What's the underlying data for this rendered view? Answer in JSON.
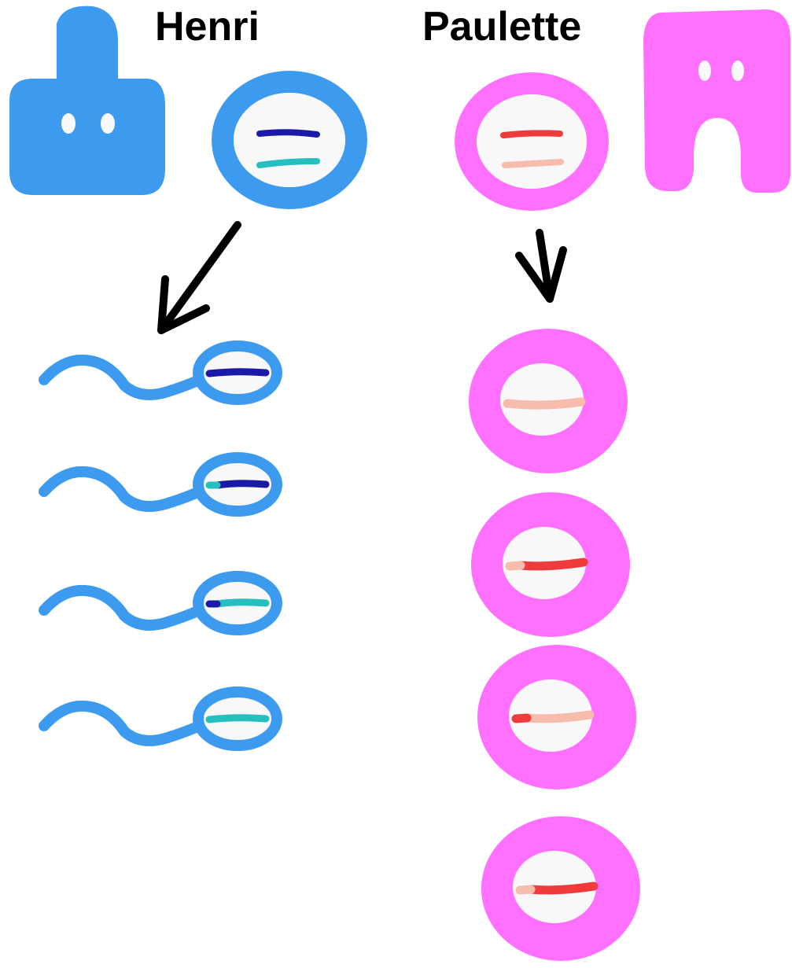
{
  "father": {
    "name": "Henri",
    "body_color": "#3d9bef",
    "chromosome_colors": [
      "#1a1aa8",
      "#26bfbf"
    ]
  },
  "mother": {
    "name": "Paulette",
    "body_color": "#ff70ff",
    "chromosome_colors": [
      "#ef3b3b",
      "#f7bcab"
    ]
  },
  "sperm_cells": [
    {
      "segments": [
        "dark"
      ]
    },
    {
      "segments": [
        "light-tip",
        "dark"
      ]
    },
    {
      "segments": [
        "dark-tip",
        "light"
      ]
    },
    {
      "segments": [
        "light"
      ]
    }
  ],
  "egg_cells": [
    {
      "segments": [
        "light"
      ]
    },
    {
      "segments": [
        "light-tip",
        "dark"
      ]
    },
    {
      "segments": [
        "dark-tip",
        "light"
      ]
    },
    {
      "segments": [
        "light-tip",
        "dark"
      ]
    }
  ],
  "arrow_color": "#000000",
  "cell_interior_color": "#f8f8f8"
}
